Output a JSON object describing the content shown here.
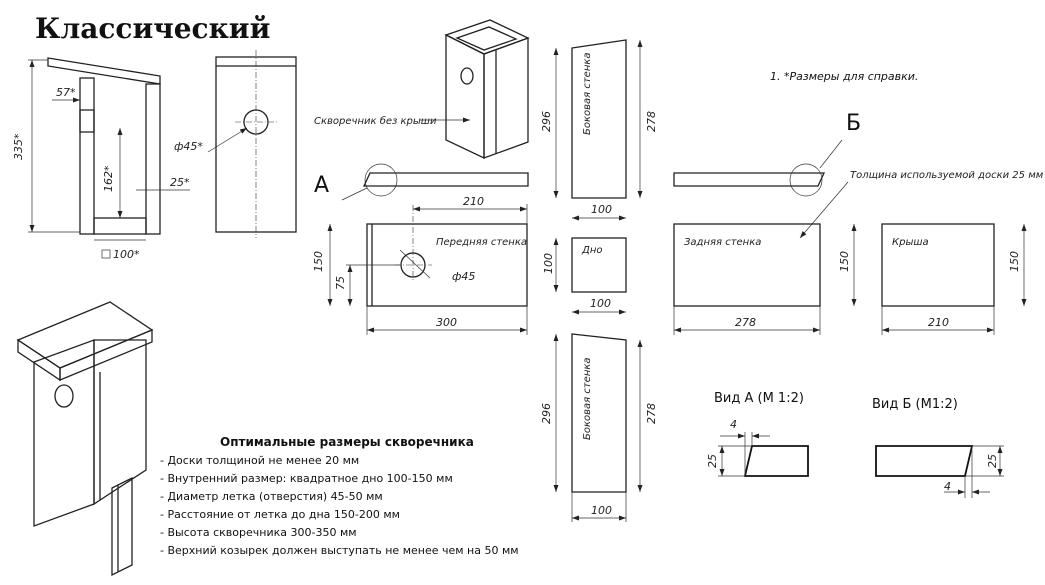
{
  "title": "Классический",
  "note": "1. *Размеры для справки.",
  "labels": {
    "no_roof": "Скворечник без крыши",
    "front": "Передняя стенка",
    "side": "Боковая стенка",
    "bottom": "Дно",
    "back": "Задняя стенка",
    "roof": "Крыша",
    "thickness": "Толщина используемой доски 25 мм"
  },
  "callouts": {
    "a": "А",
    "b": "Б"
  },
  "views": {
    "a": "Вид А (М 1:2)",
    "b": "Вид Б (М1:2)"
  },
  "dims": {
    "height": "335*",
    "visor": "57*",
    "hole_h": "162*",
    "wall": "25*",
    "inner": "100*",
    "hole_d_star": "ф45*",
    "front_w": "300",
    "front_h": "150",
    "hole_pos_x": "210",
    "hole_pos_y": "75",
    "hole_d": "ф45",
    "side_w": "100",
    "side_h1": "296",
    "side_h2": "278",
    "bottom_w": "100",
    "bottom_h": "100",
    "back_w": "278",
    "back_h": "150",
    "roof_w": "210",
    "roof_h": "150",
    "side2_w": "100",
    "side2_h1": "296",
    "side2_h2": "278",
    "va_t": "4",
    "va_h": "25",
    "vb_t": "4",
    "vb_h": "25"
  },
  "tips": {
    "header": "Оптимальные размеры скворечника",
    "items": [
      "- Доски толщиной не менее 20 мм",
      "- Внутренний размер: квадратное дно 100-150 мм",
      "- Диаметр летка (отверстия) 45-50 мм",
      "- Расстояние от летка до дна 150-200 мм",
      "- Высота скворечника 300-350 мм",
      "- Верхний козырек должен выступать не менее чем на 50 мм"
    ]
  }
}
